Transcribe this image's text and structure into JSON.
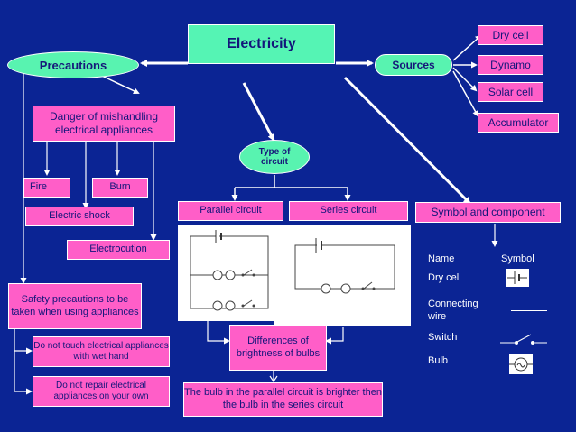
{
  "title": "Electricity",
  "precautions": {
    "label": "Precautions",
    "danger": "Danger of mishandling electrical appliances",
    "fire": "Fire",
    "burn": "Burn",
    "shock": "Electric shock",
    "electrocution": "Electrocution",
    "safety": "Safety precautions to be taken when using appliances",
    "rule1": "Do not touch electrical appliances with wet hand",
    "rule2": "Do not repair electrical appliances on your own"
  },
  "sources": {
    "label": "Sources",
    "items": [
      "Dry cell",
      "Dynamo",
      "Solar cell",
      "Accumulator"
    ]
  },
  "circuit": {
    "type_label": "Type of circuit",
    "parallel": "Parallel circuit",
    "series": "Series circuit",
    "differences": "Differences of brightness of bulbs",
    "conclusion": "The bulb in the parallel circuit is brighter then the bulb in the series circuit"
  },
  "symbols": {
    "label": "Symbol and component",
    "col_name": "Name",
    "col_symbol": "Symbol",
    "rows": [
      "Dry cell",
      "Connecting wire",
      "Switch",
      "Bulb"
    ]
  },
  "colors": {
    "background": "#0b2494",
    "pink_box": "#ff5ec8",
    "green_box": "#55f4b4",
    "line": "#ffffff"
  }
}
